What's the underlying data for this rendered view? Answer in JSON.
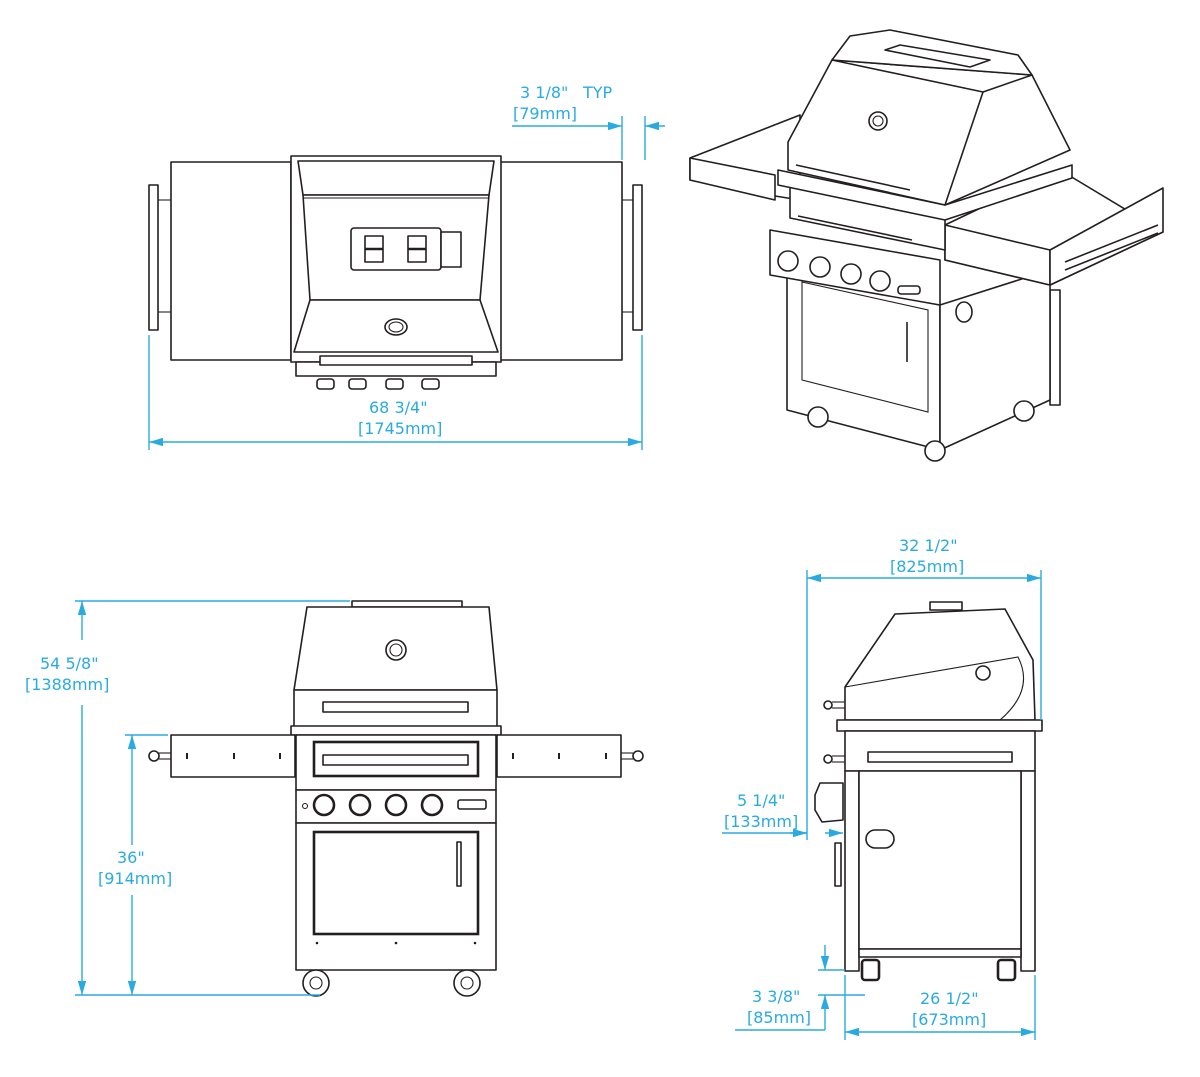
{
  "colors": {
    "dimension": "#29abe2",
    "linework": "#231f20",
    "background": "#ffffff"
  },
  "views": [
    {
      "id": "top-view",
      "description": "Top view, lid open, side shelves extended"
    },
    {
      "id": "isometric-view",
      "description": "Isometric view of grill on cart"
    },
    {
      "id": "front-view",
      "description": "Front view"
    },
    {
      "id": "side-view",
      "description": "Right side view"
    }
  ],
  "dimensions": {
    "shelf_offset": {
      "imperial": "3 1/8\"",
      "metric": "[79mm]",
      "note": "TYP"
    },
    "overall_width": {
      "imperial": "68 3/4\"",
      "metric": "[1745mm]"
    },
    "overall_height": {
      "imperial": "54 5/8\"",
      "metric": "[1388mm]"
    },
    "counter_height": {
      "imperial": "36\"",
      "metric": "[914mm]"
    },
    "overall_depth": {
      "imperial": "32 1/2\"",
      "metric": "[825mm]"
    },
    "front_projection": {
      "imperial": "5 1/4\"",
      "metric": "[133mm]"
    },
    "cart_clearance": {
      "imperial": "3 3/8\"",
      "metric": "[85mm]"
    },
    "cart_depth": {
      "imperial": "26 1/2\"",
      "metric": "[673mm]"
    }
  },
  "components": {
    "burner_knobs": 4,
    "casters": 4,
    "side_shelves": 2
  }
}
